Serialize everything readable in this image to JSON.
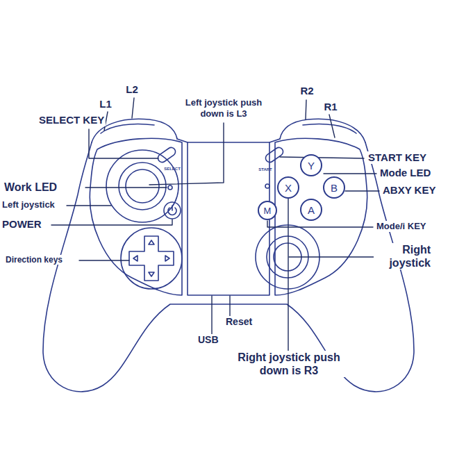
{
  "diagram": {
    "nodes": [
      {
        "text": [
          "Y"
        ]
      },
      {
        "text": [
          "X"
        ]
      },
      {
        "text": [
          "B"
        ]
      },
      {
        "text": [
          "A"
        ]
      },
      {
        "text": [
          "M"
        ]
      }
    ],
    "labels": [
      "L2",
      "L1",
      "SELECT KEY",
      "Left joystick push down is L3",
      "Work LED",
      "Left joystick",
      "POWER",
      "Direction keys",
      "R2",
      "R1",
      "START KEY",
      "Mode LED",
      "ABXY KEY",
      "Mode/i KEY",
      "Right joystick",
      "Reset",
      "USB",
      "Right joystick push down is R3",
      "SELECT",
      "START"
    ]
  }
}
